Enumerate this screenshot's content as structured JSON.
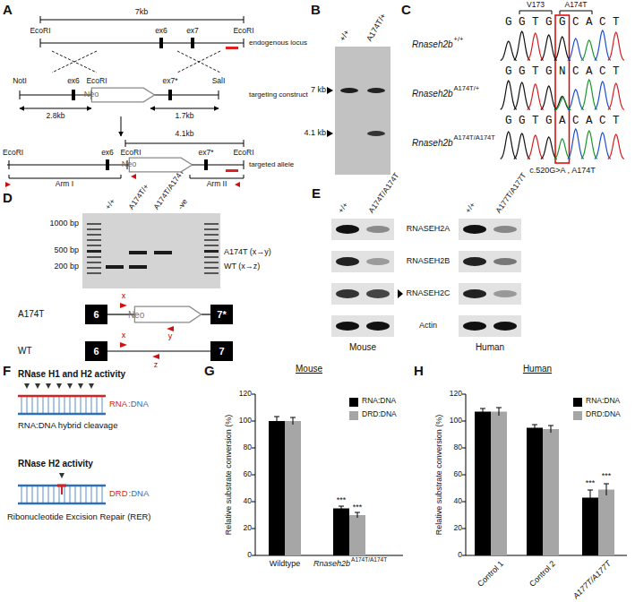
{
  "diagram": {
    "nodes": [
      {
        "text": [
          "Neo"
        ]
      },
      {
        "text": [
          "Neo"
        ]
      },
      {
        "text": [
          "6"
        ]
      },
      {
        "text": [
          "Neo"
        ]
      },
      {
        "text": [
          "7*"
        ]
      },
      {
        "text": [
          "6"
        ]
      },
      {
        "text": [
          "7"
        ]
      }
    ],
    "edges": [
      {
        "from": 2,
        "to": 3,
        "arrow": "none"
      },
      {
        "from": 3,
        "to": 4,
        "arrow": "none"
      },
      {
        "from": 5,
        "to": 6,
        "arrow": "none"
      }
    ],
    "labels": [
      "A",
      "7kb",
      "EcoRI",
      "ex6",
      "ex7",
      "EcoRI",
      "endogenous locus",
      "NotI",
      "ex6",
      "EcoRI",
      "ex7*",
      "SalI",
      "targeting construct",
      "2.8kb",
      "1.7kb",
      "4.1kb",
      "EcoRI",
      "ex6",
      "EcoRI",
      "ex7*",
      "EcoRI",
      "targeted allele",
      "Arm I",
      "Arm II",
      "B",
      "+/+",
      "A174T/+",
      "7 kb",
      "4.1 kb",
      "C",
      "V173",
      "A174T",
      "G G T G G C A C T",
      "G G T G N C A C T",
      "G G T G A C A C T",
      "Rnaseh2b",
      "+/+",
      "Rnaseh2b",
      "A174T/+",
      "Rnaseh2b",
      "A174T/A174T",
      "c.520G>A , A174T",
      "D",
      "1000 bp",
      "500 bp",
      "200 bp",
      "+/+",
      "A174T/+",
      "A174T/A174T",
      "-ve",
      "A174T (x→y)",
      "WT (x→z)",
      "A174T",
      "x",
      "y",
      "WT",
      "x",
      "z",
      "E",
      "+/+",
      "A174T/A174T",
      "+/+",
      "A177T/A177T",
      "RNASEH2A",
      "RNASEH2B",
      "RNASEH2C",
      "Actin",
      "Mouse",
      "Human",
      "F",
      "RNase H1 and H2 activity",
      "RNA",
      ":DNA",
      "RNA:DNA hybrid cleavage",
      "RNase H2 activity",
      "DRD",
      ":DNA",
      "Ribonucleotide Excision Repair (RER)",
      "G",
      "Mouse",
      "Relative substrate conversion (%)",
      "0",
      "20",
      "40",
      "60",
      "80",
      "100",
      "120",
      "Wildtype",
      "Rnaseh2b",
      "A174T/A174T",
      "***",
      "***",
      "H",
      "Human",
      "Relative substrate conversion (%)",
      "0",
      "20",
      "40",
      "60",
      "80",
      "100",
      "120",
      "Control 1",
      "Control 2",
      "A177T/A177T",
      "***",
      "***"
    ],
    "legend": [
      {
        "text": "RNA:DNA",
        "color": "#000000"
      },
      {
        "text": "DRD:DNA",
        "color": "#a6a6a6"
      },
      {
        "text": "RNA:DNA",
        "color": "#000000"
      },
      {
        "text": "DRD:DNA",
        "color": "#a6a6a6"
      }
    ]
  }
}
